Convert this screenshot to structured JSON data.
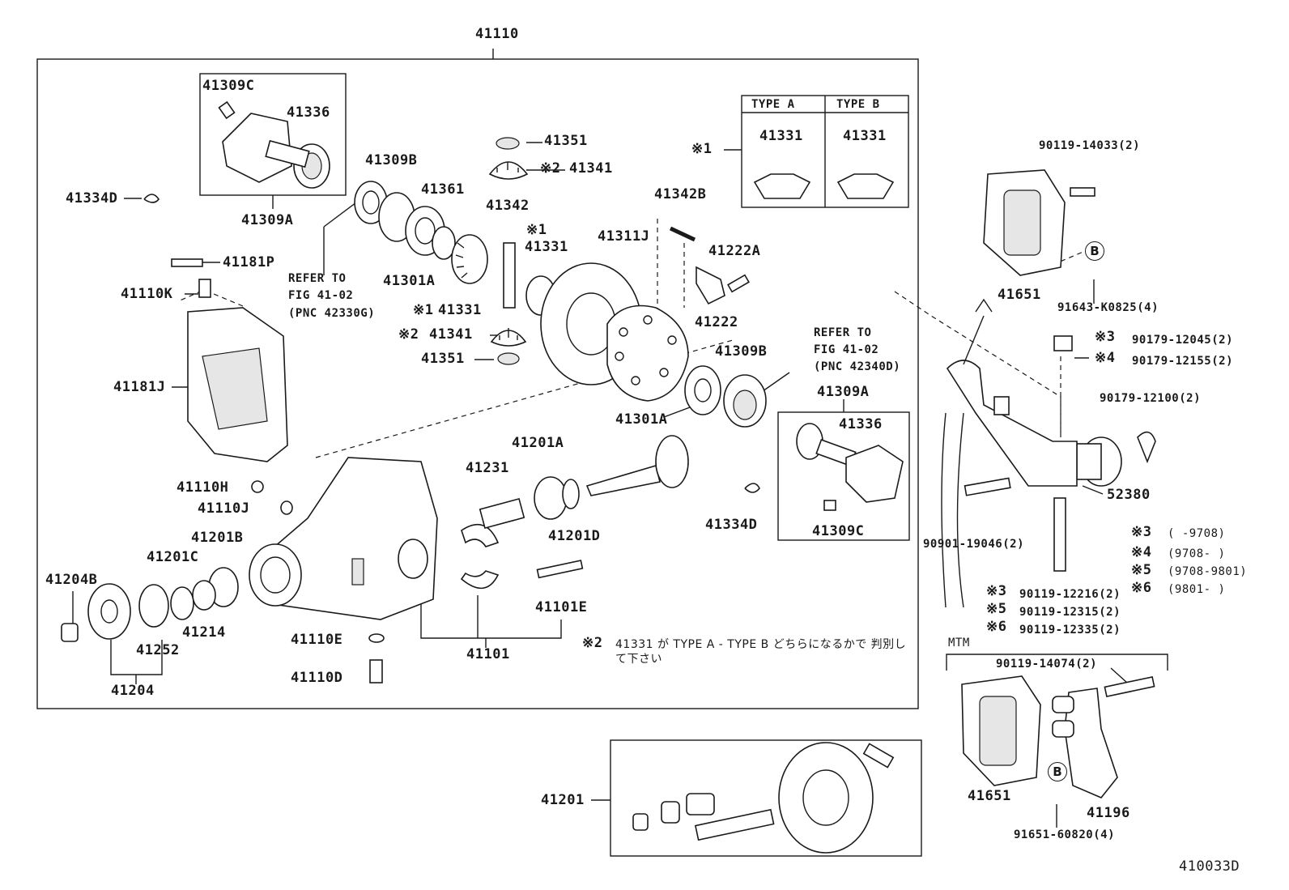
{
  "main_assembly": "41110",
  "labels": {
    "p41309C_top": "41309C",
    "p41336_top": "41336",
    "p41309A_top": "41309A",
    "p41334D_left": "41334D",
    "p41309B_top": "41309B",
    "p41361": "41361",
    "p41301A_top": "41301A",
    "p41351_top": "41351",
    "p41341_top": "41341",
    "p41342": "41342",
    "p41331_mid": "41331",
    "p41331_low": "41331",
    "p41341_low": "41341",
    "p41351_low": "41351",
    "p41311J": "41311J",
    "p41342B": "41342B",
    "p41222A": "41222A",
    "p41222": "41222",
    "p41309B_right": "41309B",
    "p41301A_low": "41301A",
    "p41309A_right": "41309A",
    "p41336_right": "41336",
    "p41309C_right": "41309C",
    "p41334D_right": "41334D",
    "p41181P": "41181P",
    "p41110K": "41110K",
    "p41181J": "41181J",
    "p41110H": "41110H",
    "p41110J": "41110J",
    "p41201B": "41201B",
    "p41201C": "41201C",
    "p41204B": "41204B",
    "p41214": "41214",
    "p41252": "41252",
    "p41204": "41204",
    "p41231": "41231",
    "p41201A": "41201A",
    "p41201D": "41201D",
    "p41101E": "41101E",
    "p41101": "41101",
    "p41110E": "41110E",
    "p41110D": "41110D",
    "p41201": "41201",
    "p90119_14033": "90119-14033(2)",
    "p41651_top": "41651",
    "p91643": "91643-K0825(4)",
    "p90179_12045": "90179-12045(2)",
    "p90179_12155": "90179-12155(2)",
    "p90179_12100": "90179-12100(2)",
    "p52380": "52380",
    "p90901": "90901-19046(2)",
    "p90119_12216": "90119-12216(2)",
    "p90119_12315": "90119-12315(2)",
    "p90119_12335": "90119-12335(2)",
    "p90119_14074": "90119-14074(2)",
    "p41651_low": "41651",
    "p41196": "41196",
    "p91651": "91651-60820(4)",
    "figure_code": "410033D"
  },
  "marks": {
    "m1": "※1",
    "m2": "※2",
    "m3": "※3",
    "m4": "※4",
    "m5": "※5",
    "m6": "※6",
    "circle_b": "B"
  },
  "type_table": {
    "type_a_header": "TYPE A",
    "type_b_header": "TYPE B",
    "type_a_part": "41331",
    "type_b_part": "41331"
  },
  "refer_left": [
    "REFER TO",
    "FIG 41-02",
    "(PNC 42330G)"
  ],
  "refer_right": [
    "REFER TO",
    "FIG 41-02",
    "(PNC 42340D)"
  ],
  "date_codes": {
    "c3": "(      -9708)",
    "c4": "(9708-      )",
    "c5": "(9708-9801)",
    "c6": "(9801-      )"
  },
  "note2": "41331 が TYPE A - TYPE B どちらになるかで 判別して下さい",
  "mtm_label": "MTM"
}
